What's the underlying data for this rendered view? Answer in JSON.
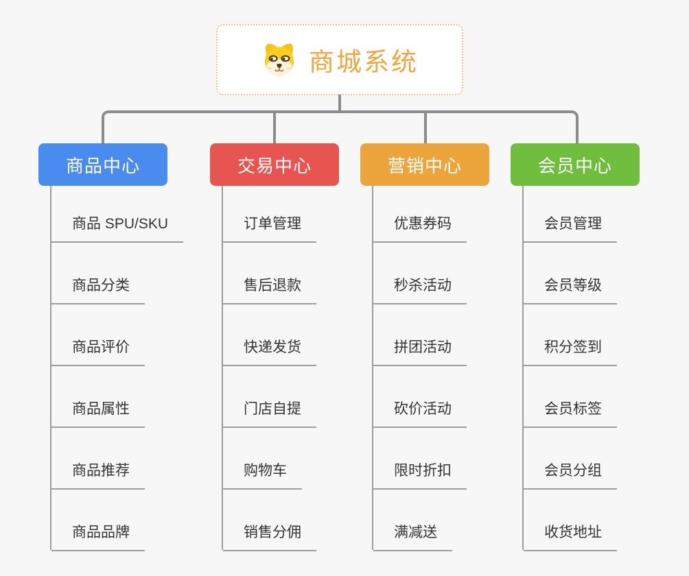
{
  "page": {
    "background_color": "#f7f7f7"
  },
  "root": {
    "title": "商城系统",
    "icon": "dog-face-icon",
    "title_color": "#f0a53e",
    "border_color": "#f2c27d"
  },
  "connectors": {
    "thick_line_color": "#8c8c8c",
    "thin_line_color": "#9c9c9c"
  },
  "branches": [
    {
      "label": "商品中心",
      "color": "#4a8bf0",
      "items": [
        "商品 SPU/SKU",
        "商品分类",
        "商品评价",
        "商品属性",
        "商品推荐",
        "商品品牌"
      ]
    },
    {
      "label": "交易中心",
      "color": "#e6554f",
      "items": [
        "订单管理",
        "售后退款",
        "快递发货",
        "门店自提",
        "购物车",
        "销售分佣"
      ]
    },
    {
      "label": "营销中心",
      "color": "#eca53b",
      "items": [
        "优惠券码",
        "秒杀活动",
        "拼团活动",
        "砍价活动",
        "限时折扣",
        "满减送"
      ]
    },
    {
      "label": "会员中心",
      "color": "#6fbe3e",
      "items": [
        "会员管理",
        "会员等级",
        "积分签到",
        "会员标签",
        "会员分组",
        "收货地址"
      ]
    }
  ]
}
